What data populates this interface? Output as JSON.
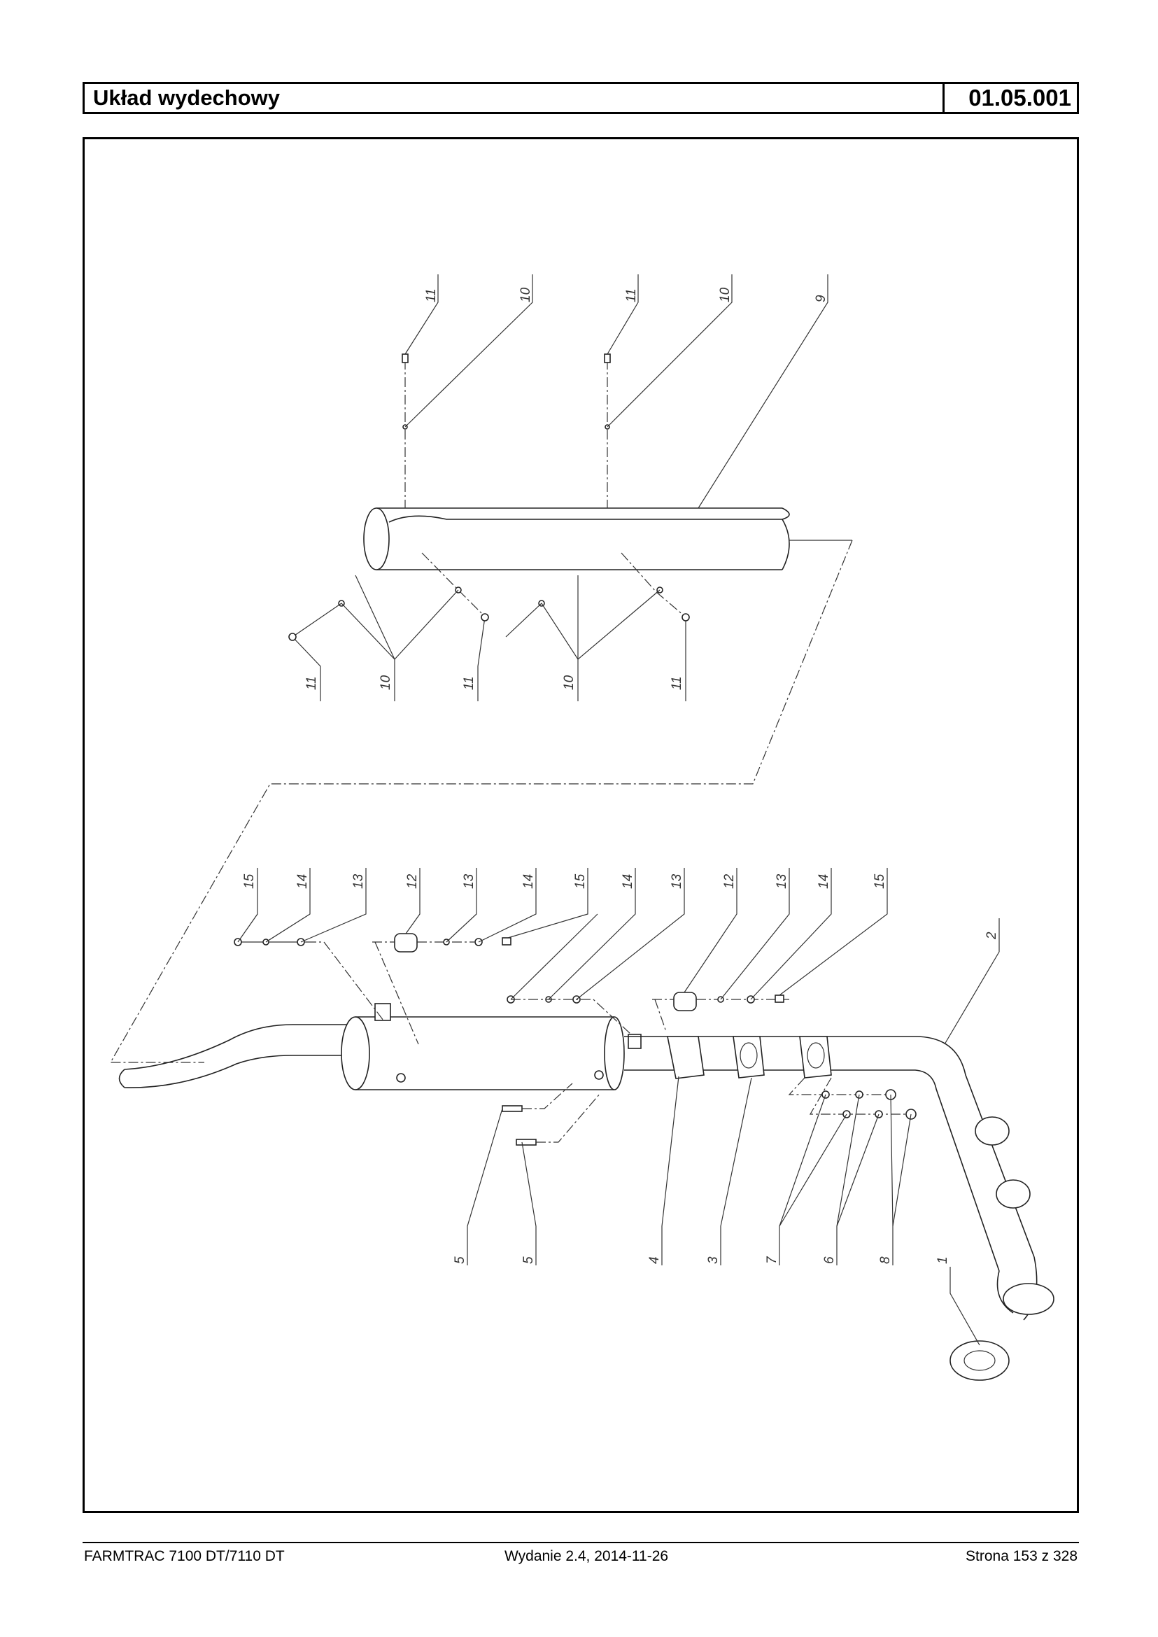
{
  "header": {
    "title": "Układ wydechowy",
    "code": "01.05.001"
  },
  "drawing": {
    "callouts": [
      "1",
      "2",
      "3",
      "4",
      "5",
      "6",
      "7",
      "8",
      "9",
      "10",
      "11",
      "12",
      "13",
      "14",
      "15"
    ]
  },
  "footer": {
    "left": "FARMTRAC 7100 DT/7110 DT",
    "middle": "Wydanie 2.4,  2014-11-26",
    "right": "Strona 153 z 328"
  }
}
